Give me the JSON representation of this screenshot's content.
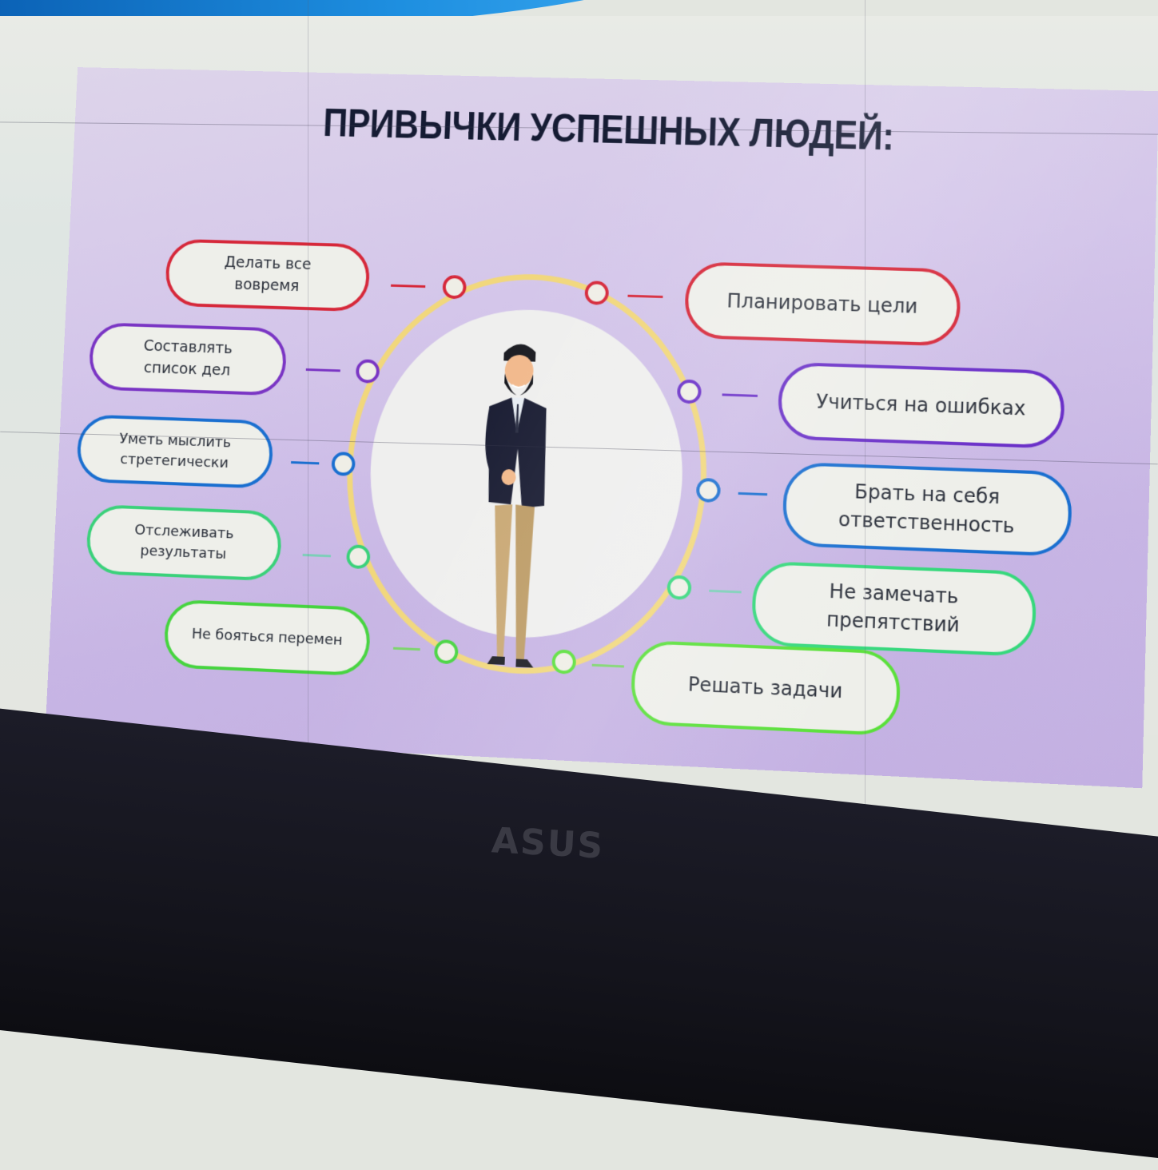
{
  "slide": {
    "title": "ПРИВЫЧКИ УСПЕШНЫХ ЛЮДЕЙ:",
    "background_color": "#c9b8e6",
    "ring_color": "#f1d77c",
    "illustration": "businessman-with-beard-thumbs-up"
  },
  "habits_left": [
    {
      "label": "Делать все\nвовремя",
      "color": "#d6283a"
    },
    {
      "label": "Составлять\nсписок дел",
      "color": "#7a35c4"
    },
    {
      "label": "Уметь мыслить\nстретегически",
      "color": "#1a6fd0"
    },
    {
      "label": "Отслеживать\nрезультаты",
      "color": "#3ad17a"
    },
    {
      "label": "Не бояться перемен",
      "color": "#46d43f"
    }
  ],
  "habits_right": [
    {
      "label": "Планировать цели",
      "color": "#d6283a"
    },
    {
      "label": "Учиться на ошибках",
      "color": "#6a30c8"
    },
    {
      "label": "Брать на себя\nответственность",
      "color": "#1a6fd0"
    },
    {
      "label": "Не замечать\nпрепятствий",
      "color": "#36d87c"
    },
    {
      "label": "Решать задачи",
      "color": "#5ae03a"
    }
  ],
  "monitor": {
    "brand_logo_text": "ASUS"
  }
}
